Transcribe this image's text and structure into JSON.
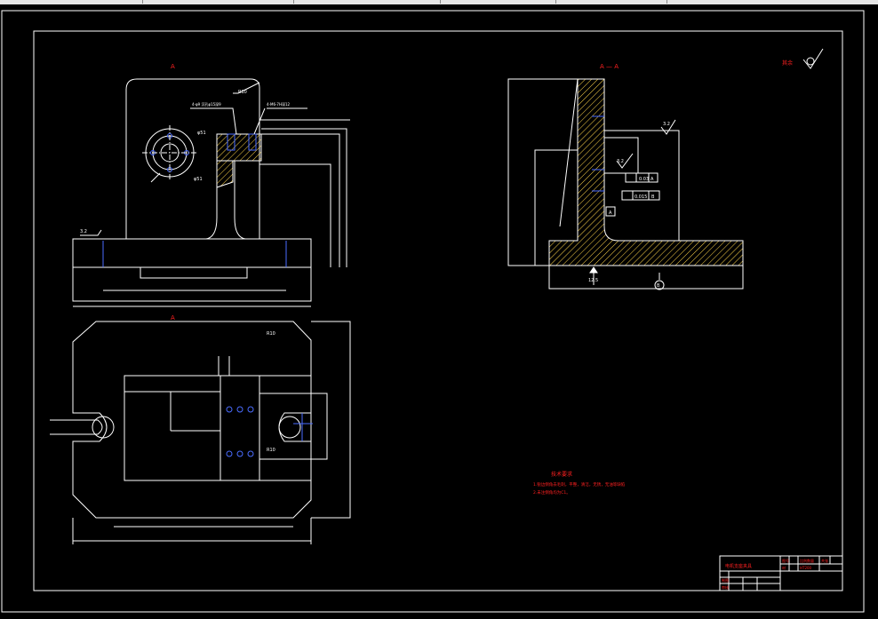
{
  "colors": {
    "background": "#000000",
    "line": "#ffffff",
    "annotation": "#ff2020",
    "hidden_line": "#4a6cff",
    "hatch": "#ffd54a"
  },
  "views": {
    "front_label": "A",
    "top_label": "A",
    "section_label": "A — A"
  },
  "notes": {
    "title": "技术要求",
    "line1": "1.锐边倒角去毛刺，平整，清洁，无锈，无油等缺陷",
    "line2": "2.未注倒角均为C1。"
  },
  "roughness": {
    "corner_label": "其余",
    "value1": "3.2",
    "value2": "3.2",
    "value3": "3.2"
  },
  "dimensions": {
    "r10_top": "R10",
    "r10_plan": "R10",
    "r10_slot": "R10",
    "phi51": "φ51",
    "m6_thread": "4-M6-7H深12",
    "hole_note": "4-φ9 沉孔φ15深9",
    "pcd": "φ51",
    "datum_a": "A",
    "datum_b": "B",
    "tol1": "0.03",
    "tol2": "0.015",
    "section_dim": "12.5"
  },
  "title_block": {
    "name": "电机支座夹具",
    "r1c1": "图号",
    "r1c2": "比例数量",
    "r1c3": "共张",
    "r2c1": "材",
    "r2c2": "HT200",
    "r3c1": "制图",
    "r4c1": "审核"
  }
}
